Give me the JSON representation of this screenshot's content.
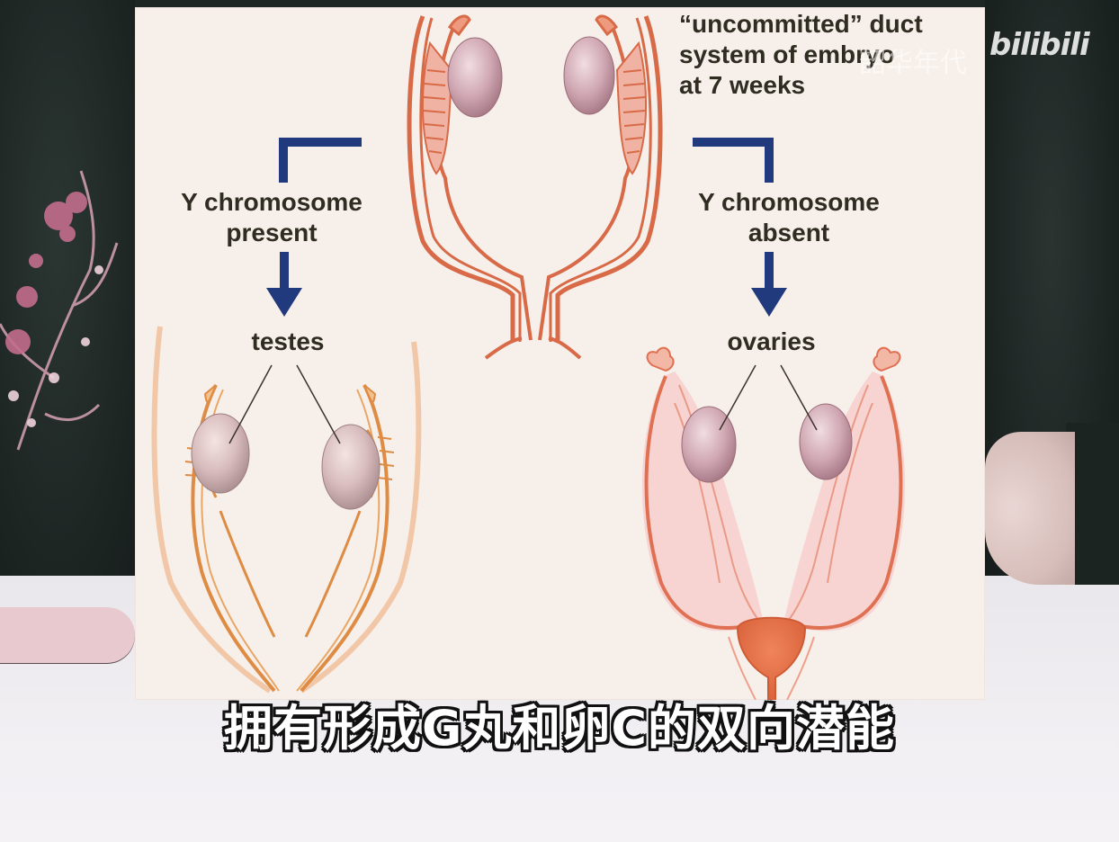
{
  "diagram": {
    "top_label": [
      "“uncommitted” duct",
      "system of embryo",
      "at 7 weeks"
    ],
    "left_branch": [
      "Y chromosome",
      "present"
    ],
    "right_branch": [
      "Y chromosome",
      "absent"
    ],
    "left_result": "testes",
    "right_result": "ovaries"
  },
  "subtitle": "拥有形成G丸和卵C的双向潜能",
  "watermark": {
    "brand": "bilibili",
    "channel": "韶华年代"
  },
  "colors": {
    "duct": "#e9876a",
    "duct_dark": "#c9653f",
    "gonad": "#c79aa6",
    "arrow": "#213a7e",
    "slide": "#f7efe9"
  }
}
